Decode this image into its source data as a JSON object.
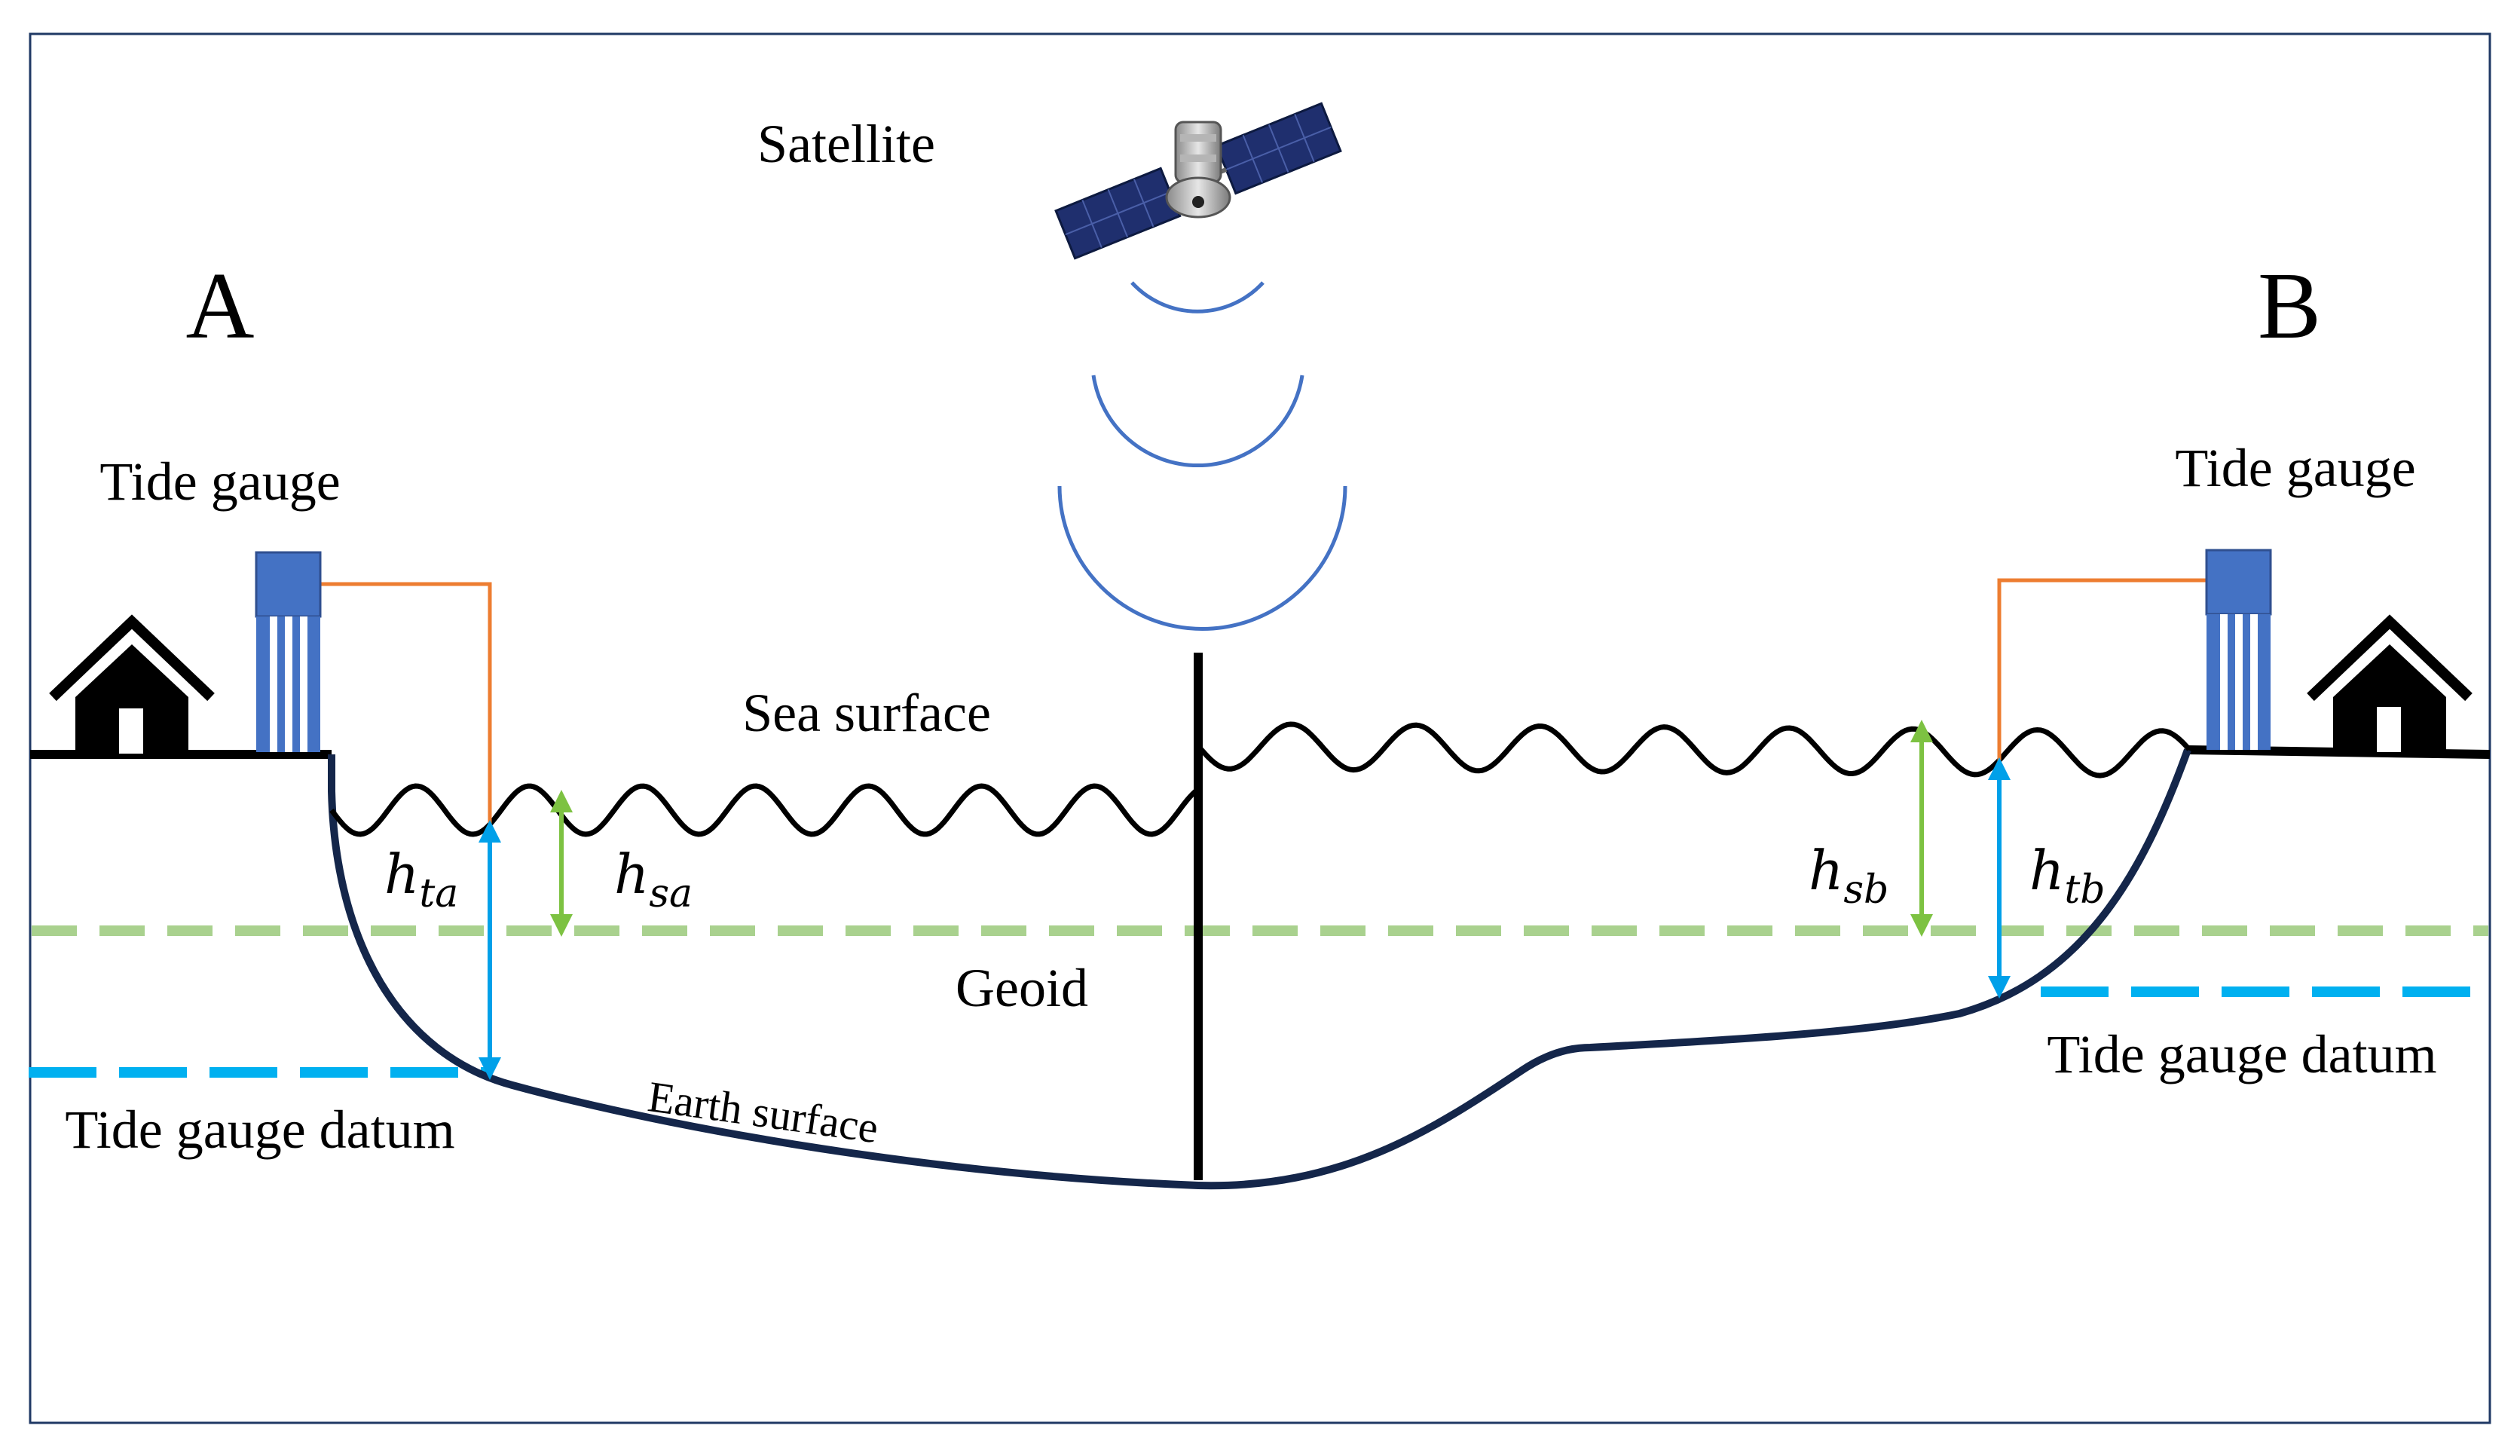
{
  "labels": {
    "satellite": "Satellite",
    "point_a": "A",
    "point_b": "B",
    "tide_gauge_left": "Tide gauge",
    "tide_gauge_right": "Tide gauge",
    "sea_surface": "Sea surface",
    "geoid": "Geoid",
    "earth_surface": "Earth surface",
    "tide_gauge_datum_left": "Tide gauge datum",
    "tide_gauge_datum_right": "Tide gauge datum"
  },
  "heights": {
    "h_ta": {
      "base": "h",
      "sub": "ta"
    },
    "h_sa": {
      "base": "h",
      "sub": "sa"
    },
    "h_sb": {
      "base": "h",
      "sub": "sb"
    },
    "h_tb": {
      "base": "h",
      "sub": "tb"
    }
  },
  "colors": {
    "sea_surface": "#000000",
    "earth_surface": "#14264a",
    "geoid": "#a9d18e",
    "tide_gauge_datum": "#00b0f0",
    "tide_gauge_height_arrow": "#00a0e9",
    "sea_height_arrow": "#7dc242",
    "gauge_wire": "#ed7d31",
    "gauge_body": "#4472c4",
    "signal_waves": "#4472c4",
    "solar_panel": "#1f2f6e"
  },
  "icons": {
    "satellite": "satellite-icon",
    "house_left": "house-icon",
    "house_right": "house-icon",
    "gauge_left": "tide-gauge-icon",
    "gauge_right": "tide-gauge-icon"
  }
}
